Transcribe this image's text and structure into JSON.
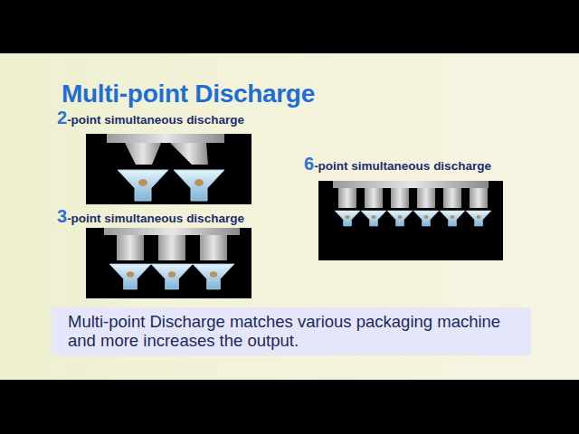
{
  "diagram": {
    "title": "Multi-point Discharge",
    "caption": "Multi-point Discharge matches various packaging machine and more increases the output.",
    "labels": [
      "2-point simultaneous discharge",
      "3-point simultaneous discharge",
      "6-point simultaneous discharge"
    ]
  }
}
